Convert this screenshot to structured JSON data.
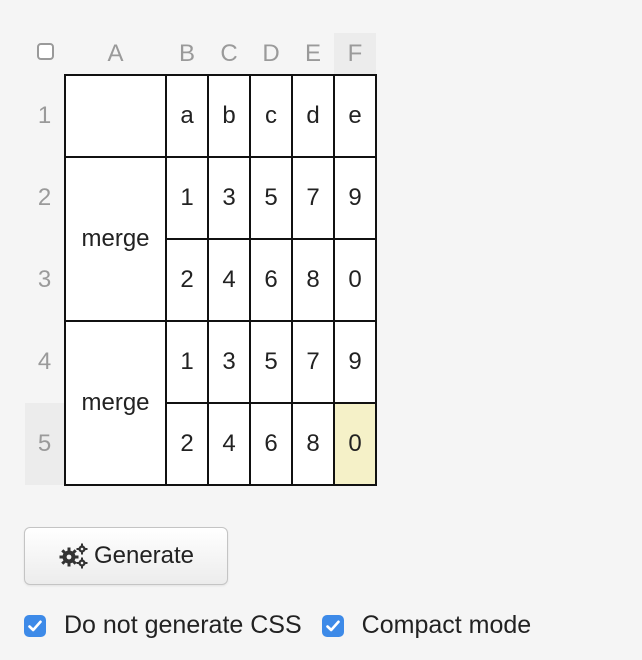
{
  "grid": {
    "corner": {
      "checked": false
    },
    "column_headers": [
      "A",
      "B",
      "C",
      "D",
      "E",
      "F"
    ],
    "active_column": "F",
    "row_headers": [
      "1",
      "2",
      "3",
      "4",
      "5"
    ],
    "active_row": "5",
    "rows": [
      {
        "a": "",
        "cells": [
          "a",
          "b",
          "c",
          "d",
          "e"
        ]
      },
      {
        "a": "merge",
        "cells": [
          "1",
          "3",
          "5",
          "7",
          "9"
        ]
      },
      {
        "a": null,
        "cells": [
          "2",
          "4",
          "6",
          "8",
          "0"
        ]
      },
      {
        "a": "merge",
        "cells": [
          "1",
          "3",
          "5",
          "7",
          "9"
        ]
      },
      {
        "a": null,
        "cells": [
          "2",
          "4",
          "6",
          "8",
          "0"
        ]
      }
    ],
    "selected_cell": "F5"
  },
  "generate_button": {
    "label": "Generate",
    "icon": "gears-icon"
  },
  "options": [
    {
      "label": "Do not generate CSS",
      "checked": true
    },
    {
      "label": "Compact mode",
      "checked": true
    }
  ],
  "colors": {
    "checkbox": "#3d8ae8",
    "selected_cell": "#f5f1c8"
  }
}
